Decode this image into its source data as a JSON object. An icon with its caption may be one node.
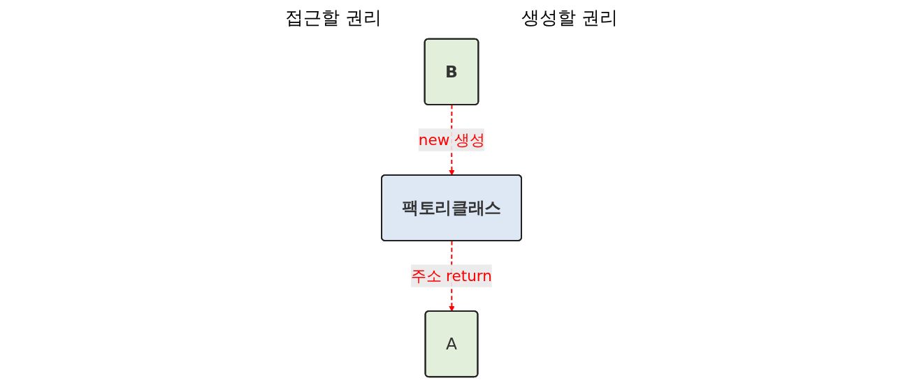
{
  "diagram": {
    "nodes": [
      {
        "text": [
          "팩토리클래스"
        ]
      },
      {
        "text": [
          "A"
        ]
      },
      {
        "text": [
          "B"
        ]
      }
    ],
    "edges": [
      {
        "from": 0,
        "to": 1,
        "arrow": "to",
        "label": "주소 return",
        "style": "dashed",
        "color": "#ff0000"
      },
      {
        "from": 2,
        "to": 0,
        "arrow": "to",
        "label": "new 생성",
        "style": "dashed",
        "color": "#ff0000"
      }
    ],
    "labels": [
      "접근할 권리",
      "생성할 권리"
    ]
  }
}
